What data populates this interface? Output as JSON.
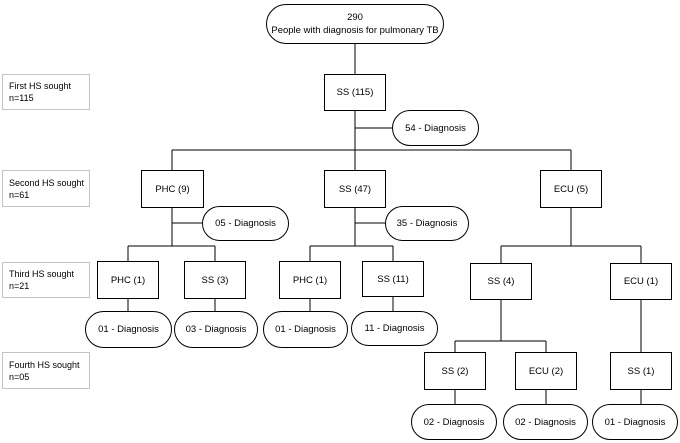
{
  "root": {
    "count": "290",
    "text": "People with diagnosis for pulmonary TB"
  },
  "levels": [
    {
      "title": "First HS sought",
      "n": "n=115"
    },
    {
      "title": "Second HS sought",
      "n": "n=61"
    },
    {
      "title": "Third HS sought",
      "n": "n=21"
    },
    {
      "title": "Fourth HS sought",
      "n": "n=05"
    }
  ],
  "nodes": {
    "ss_115": "SS  (115)",
    "phc_9": "PHC (9)",
    "ss_47": "SS (47)",
    "ecu_5": "ECU (5)",
    "phc_1a": "PHC (1)",
    "ss_3": "SS  (3)",
    "phc_1b": "PHC (1)",
    "ss_11": "SS  (11)",
    "ss_4": "SS (4)",
    "ecu_1": "ECU (1)",
    "ss_2": "SS  (2)",
    "ecu_2": "ECU (2)",
    "ss_1": "SS (1)"
  },
  "diagnoses": {
    "d_54": "54 - Diagnosis",
    "d_05": "05 - Diagnosis",
    "d_35": "35 - Diagnosis",
    "d_01a": "01 - Diagnosis",
    "d_03": "03 - Diagnosis",
    "d_01b": "01 - Diagnosis",
    "d_11": "11 - Diagnosis",
    "d_02a": "02 - Diagnosis",
    "d_02b": "02 - Diagnosis",
    "d_01c": "01 - Diagnosis"
  }
}
